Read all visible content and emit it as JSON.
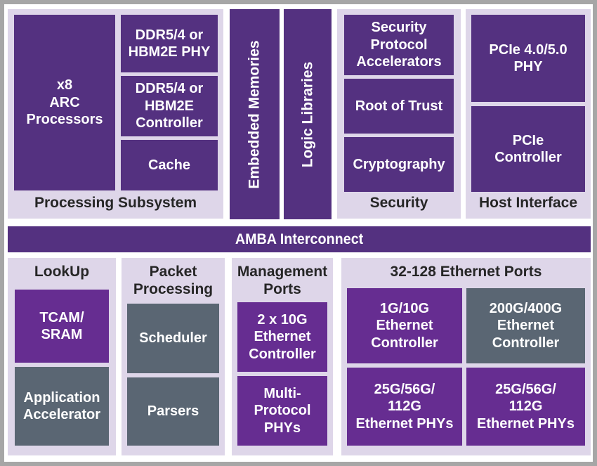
{
  "colors": {
    "frame_border": "#a6a6a6",
    "panel_background": "#ded6e9",
    "purple_dark": "#543180",
    "purple_bright": "#662d91",
    "slate_gray": "#5a6673",
    "panel_label_text": "#262626",
    "block_text": "#ffffff"
  },
  "top_row": {
    "processing_subsystem": {
      "label": "Processing Subsystem",
      "arc_processors": "x8\nARC\nProcessors",
      "ddr_phy": "DDR5/4 or\nHBM2E PHY",
      "ddr_controller": "DDR5/4 or\nHBM2E\nController",
      "cache": "Cache"
    },
    "embedded_memories": "Embedded Memories",
    "logic_libraries": "Logic Libraries",
    "security": {
      "label": "Security",
      "protocol_accelerators": "Security\nProtocol\nAccelerators",
      "root_of_trust": "Root of Trust",
      "cryptography": "Cryptography"
    },
    "host_interface": {
      "label": "Host Interface",
      "pcie_phy": "PCIe 4.0/5.0\nPHY",
      "pcie_controller": "PCIe\nController"
    }
  },
  "interconnect": {
    "label": "AMBA Interconnect"
  },
  "bottom_row": {
    "lookup": {
      "label": "LookUp",
      "tcam_sram": "TCAM/\nSRAM",
      "application_accelerator": "Application\nAccelerator"
    },
    "packet_processing": {
      "label": "Packet\nProcessing",
      "scheduler": "Scheduler",
      "parsers": "Parsers"
    },
    "management_ports": {
      "label": "Management\nPorts",
      "ethernet_controller": "2 x 10G\nEthernet\nController",
      "multi_protocol_phys": "Multi-\nProtocol\nPHYs"
    },
    "ethernet_ports": {
      "label": "32-128 Ethernet Ports",
      "controller_1g_10g": "1G/10G\nEthernet\nController",
      "controller_200g_400g": "200G/400G\nEthernet\nController",
      "phys_25g_left": "25G/56G/\n112G\nEthernet PHYs",
      "phys_25g_right": "25G/56G/\n112G\nEthernet PHYs"
    }
  }
}
